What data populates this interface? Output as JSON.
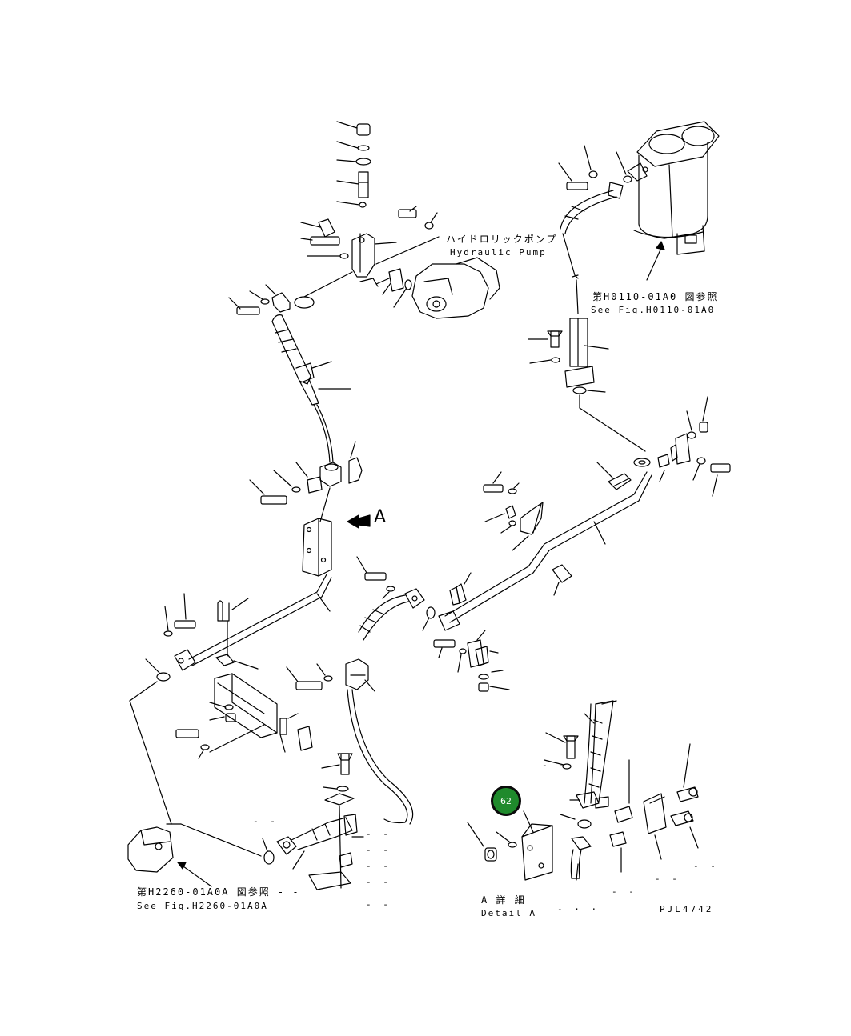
{
  "annotations": {
    "pump_ja": "ハイドロリックポンプ",
    "pump_en": "Hydraulic Pump",
    "ref1_ja": "第H0110-01A0 図参照",
    "ref1_en": "See Fig.H0110-01A0",
    "ref2_ja": "第H2260-01A0A 図参照 - -",
    "ref2_en": "See Fig.H2260-01A0A",
    "detail_ja": "A 詳 細",
    "detail_en": "Detail A",
    "view_arrow": "A",
    "drawing_code": "PJL4742",
    "dashes_short": "- -",
    "dashes_dot": "- · ·"
  },
  "callout": {
    "label": "62",
    "color": "#1f8a2c"
  }
}
